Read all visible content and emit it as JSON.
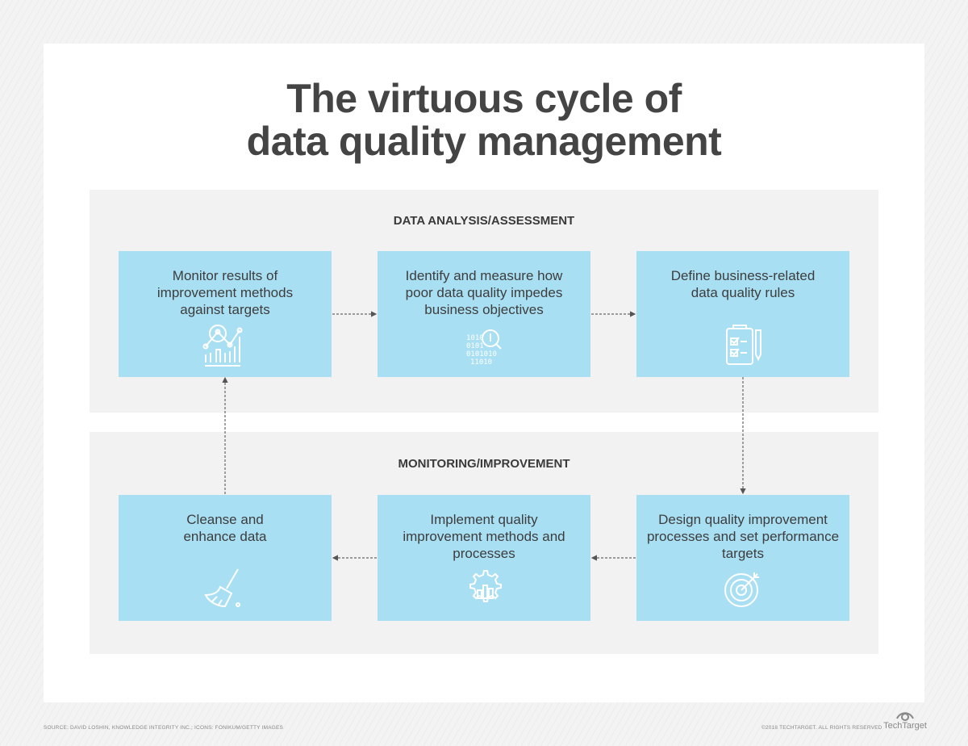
{
  "title": [
    "The virtuous cycle of",
    "data quality management"
  ],
  "sections": [
    {
      "label": "DATA ANALYSIS/ASSESSMENT",
      "boxes": [
        {
          "text": "Monitor results of improvement methods against targets",
          "icon": "analytics-chart-icon"
        },
        {
          "text": "Identify and measure how poor data quality impedes business objectives",
          "icon": "binary-magnifier-icon"
        },
        {
          "text": "Define business-related data quality rules",
          "icon": "clipboard-checklist-icon"
        }
      ]
    },
    {
      "label": "MONITORING/IMPROVEMENT",
      "boxes": [
        {
          "text": "Cleanse and enhance data",
          "icon": "broom-icon"
        },
        {
          "text": "Implement quality improvement methods and processes",
          "icon": "gear-chart-icon"
        },
        {
          "text": "Design quality improvement processes and set performance targets",
          "icon": "target-icon"
        }
      ]
    }
  ],
  "footer": {
    "source": "SOURCE: DAVID LOSHIN, KNOWLEDGE INTEGRITY INC.; ICONS: FONIKUM/GETTY IMAGES",
    "copyright": "©2018 TECHTARGET. ALL RIGHTS RESERVED",
    "logo": "TechTarget"
  },
  "colors": {
    "box": "#a9dff3",
    "panel": "#f2f2f2",
    "title": "#444444"
  }
}
